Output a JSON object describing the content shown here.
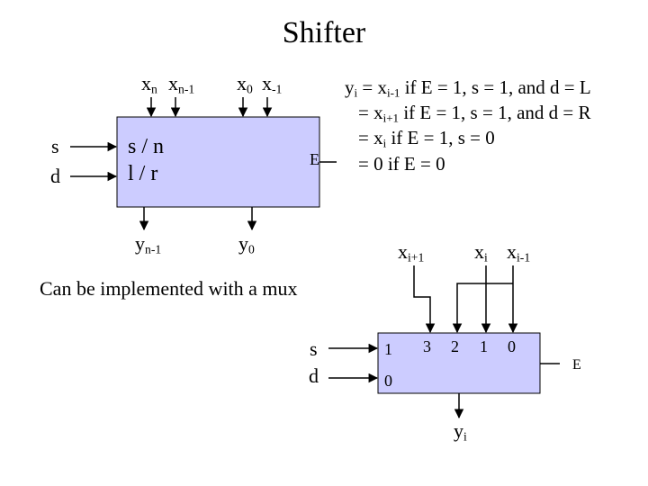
{
  "title": "Shifter",
  "block": {
    "color": "#ccccff",
    "inputs_top": {
      "xn": "x",
      "xn_sub": "n",
      "xn1": "x",
      "xn1_sub": "n-1",
      "x0": "x",
      "x0_sub": "0",
      "xm1": "x",
      "xm1_sub": "-1"
    },
    "inputs_left": [
      "s",
      "d"
    ],
    "inside": [
      "s / n",
      "l / r"
    ],
    "enable": "E",
    "outputs": {
      "yn1": "y",
      "yn1_sub": "n-1",
      "y0": "y",
      "y0_sub": "0"
    }
  },
  "equations": [
    {
      "lhs": "y",
      "lhs_sub": "i",
      "eq": " = x",
      "var_sub": "i-1",
      "cond": " if E = 1, s = 1, and d = L"
    },
    {
      "lhs": "",
      "lhs_sub": "",
      "eq": "= x",
      "var_sub": "i+1",
      "cond": " if E = 1, s = 1, and d = R"
    },
    {
      "lhs": "",
      "lhs_sub": "",
      "eq": "= x",
      "var_sub": "i",
      "cond": "  if E = 1, s = 0"
    },
    {
      "lhs": "",
      "lhs_sub": "",
      "eq": "= 0",
      "var_sub": "",
      "cond": "  if E = 0"
    }
  ],
  "note": "Can be implemented with a mux",
  "mux": {
    "color": "#ccccff",
    "inputs_top": {
      "xi1": "x",
      "xi1_sub": "i+1",
      "xi": "x",
      "xi_sub": "i",
      "xim1": "x",
      "xim1_sub": "i-1"
    },
    "select_labels": [
      "s",
      "d"
    ],
    "select_values": [
      "1",
      "0"
    ],
    "data_indices": [
      "3",
      "2",
      "1",
      "0"
    ],
    "enable": "E",
    "output": "y",
    "output_sub": "i"
  }
}
